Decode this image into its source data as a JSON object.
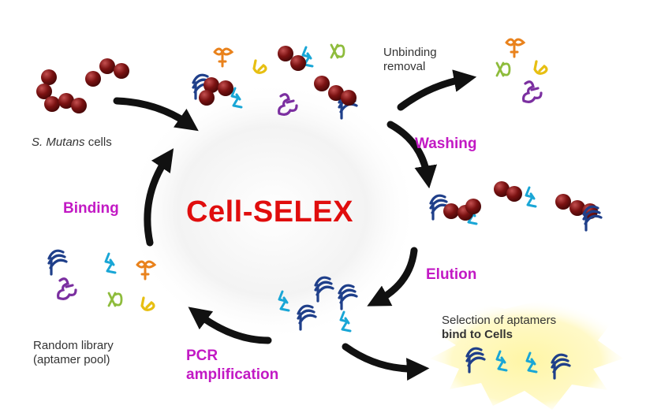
{
  "colors": {
    "title": "#e00d0d",
    "step": "#c219c4",
    "arrow": "#111111",
    "cell": "#7b1212",
    "aptamer_navy": "#1f3f8a",
    "aptamer_cyan": "#19a6d6",
    "aptamer_orange": "#e9821c",
    "aptamer_yellow": "#e7bf12",
    "aptamer_purple": "#7b2fa0",
    "aptamer_green": "#8ebc3c",
    "glow": "#fff6a6"
  },
  "title": "Cell-SELEX",
  "steps": {
    "binding": "Binding",
    "washing": "Washing",
    "elution": "Elution",
    "pcr_line1": "PCR",
    "pcr_line2": "amplification"
  },
  "labels": {
    "cells_species": "S. Mutans",
    "cells_word": "cells",
    "unbinding_line1": "Unbinding",
    "unbinding_line2": "removal",
    "library_line1": "Random library",
    "library_line2": "(aptamer pool)",
    "selection_line1": "Selection of aptamers",
    "selection_line2": "bind to Cells"
  }
}
